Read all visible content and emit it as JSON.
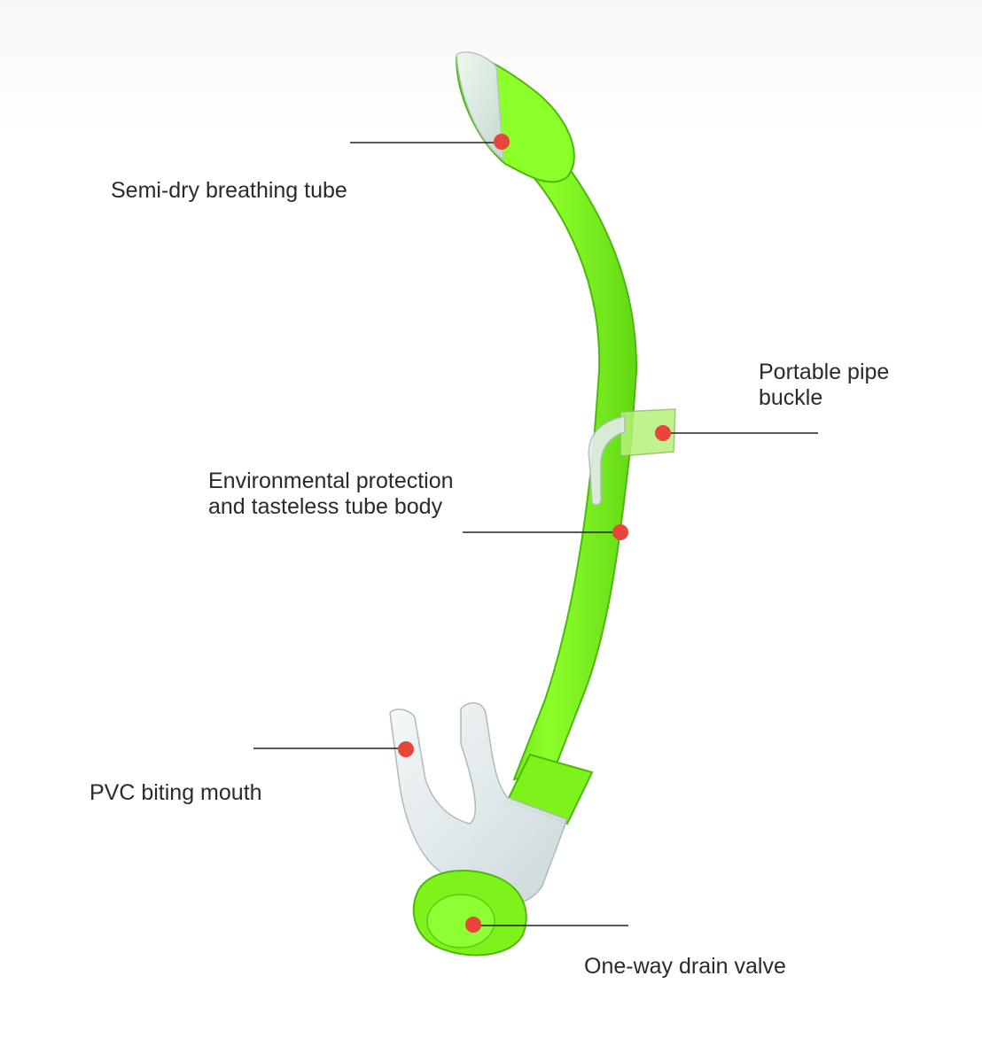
{
  "colors": {
    "tube_green": "#7ef21b",
    "clear_plastic": "#e6eef0",
    "marker_red": "#e8453c",
    "leader_line": "#222222",
    "label_text": "#2a2a2a"
  },
  "callouts": {
    "breathing_tube": {
      "lines": [
        "Semi-dry breathing tube"
      ]
    },
    "pipe_buckle": {
      "lines": [
        "Portable pipe",
        "buckle"
      ]
    },
    "tube_body": {
      "lines": [
        "Environmental protection",
        "and tasteless tube body"
      ]
    },
    "biting_mouth": {
      "lines": [
        "PVC biting mouth"
      ]
    },
    "drain_valve": {
      "lines": [
        "One-way drain valve"
      ]
    }
  }
}
